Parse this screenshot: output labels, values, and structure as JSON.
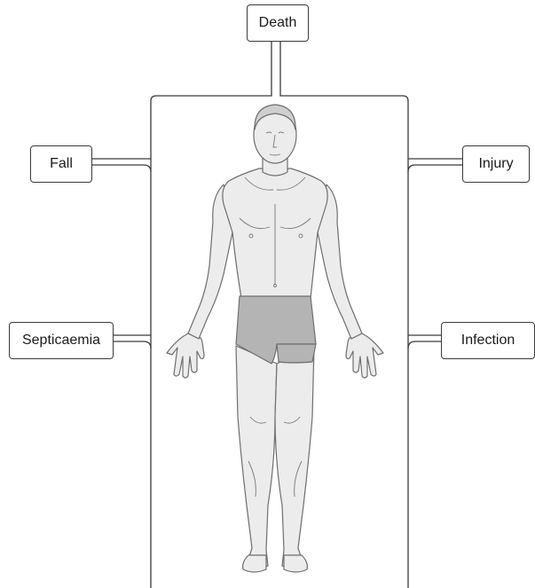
{
  "labels": {
    "top": "Death",
    "left_upper": "Fall",
    "left_lower": "Septicaemia",
    "right_upper": "Injury",
    "right_lower": "Infection"
  },
  "colors": {
    "line": "#3a3a3a",
    "skin_fill": "#ececec",
    "skin_stroke": "#6e6e6e",
    "shorts_fill": "#b4b4b4"
  },
  "figure": {
    "icon": "human-body-front-view-icon"
  }
}
